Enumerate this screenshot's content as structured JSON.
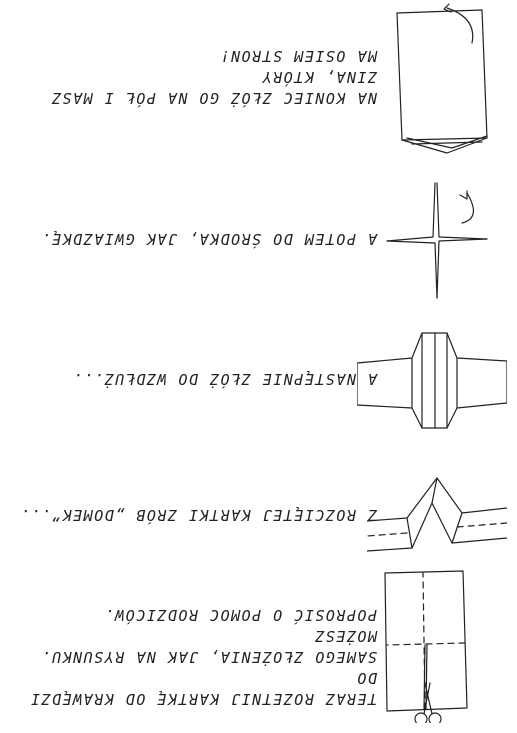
{
  "steps": [
    {
      "lines": [
        "Teraz rozetnij kartkę od krawędzi do",
        "samego złożenia, jak na rysunku. Możesz",
        "poprosić o pomoc rodziców."
      ]
    },
    {
      "lines": [
        "Z rozciętej kartki zrób „domek”..."
      ]
    },
    {
      "lines": [
        "A następnie złóż do wzdłuż..."
      ]
    },
    {
      "lines": [
        "A potem do środka, jak gwiazdkę."
      ]
    },
    {
      "lines": [
        "Na koniec złóż go na pół i masz zina, który",
        "ma osiem stron!"
      ]
    }
  ]
}
